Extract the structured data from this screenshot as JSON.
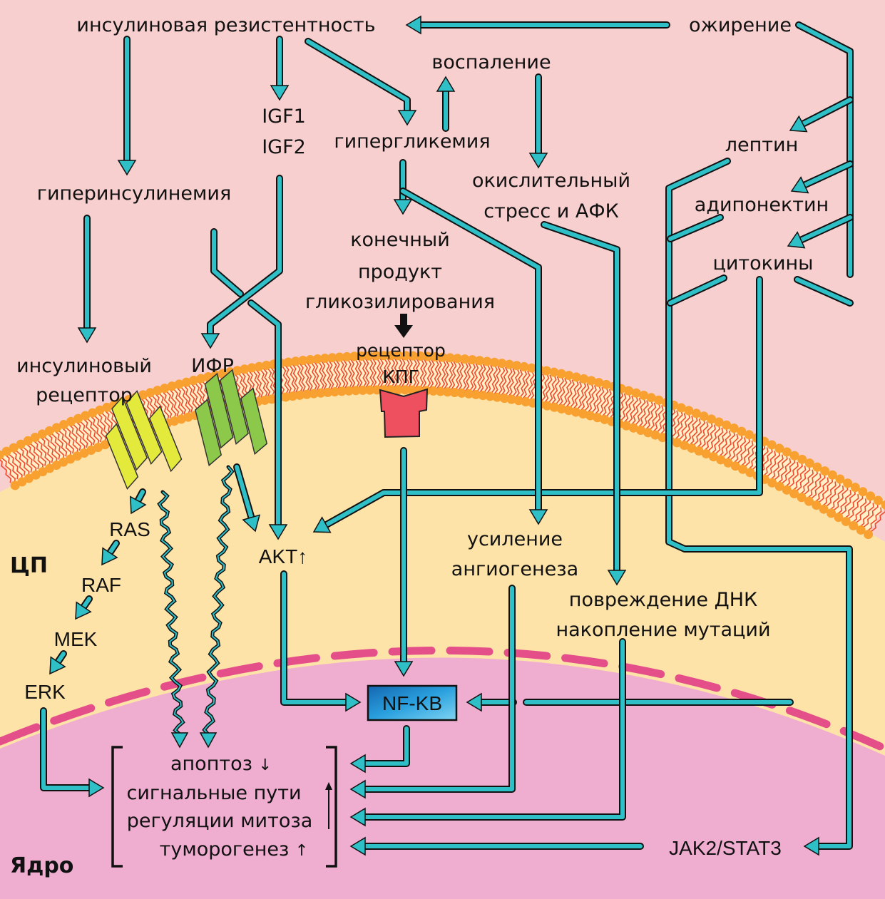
{
  "title": "Взаимосвязь инсулинорезистентности, ожирения и канцерогенеза",
  "colors": {
    "background": "#f8cfcf",
    "cytoplasm": "#fde3a8",
    "nucleus": "#efadd0",
    "arrow": "#2fbfc6",
    "membrane_head": "#f8a030",
    "membrane_tail": "#f04a30",
    "nuclear_envelope": "#e44f8a",
    "insulin_receptor": "#e4ea3c",
    "igf_receptor": "#8cc84a",
    "age_receptor": "#ee5060",
    "nfkb_box": "#1f8fcf"
  },
  "compartments": {
    "cytoplasm": "ЦП",
    "nucleus": "Ядро"
  },
  "nodes": {
    "insulin_resistance": "инсулиновая резистентность",
    "obesity": "ожирение",
    "inflammation": "воспаление",
    "igf1": "IGF1",
    "igf2": "IGF2",
    "hyperglycemia": "гипергликемия",
    "oxidative_stress_1": "окислительный",
    "oxidative_stress_2": "стресс и АФК",
    "leptin": "лептин",
    "adiponectin": "адипонектин",
    "cytokines": "цитокины",
    "hyperinsulinemia": "гиперинсулинемия",
    "age_1": "конечный",
    "age_2": "продукт",
    "age_3": "гликозилирования",
    "age_receptor_1": "рецептор",
    "age_receptor_2": "КПГ",
    "insulin_receptor_1": "инсулиновый",
    "insulin_receptor_2": "рецептор",
    "igf_receptor": "ИФР",
    "ras": "RAS",
    "raf": "RAF",
    "mek": "MEK",
    "erk": "ERK",
    "akt": "AKT↑",
    "angiogenesis_1": "усиление",
    "angiogenesis_2": "ангиогенеза",
    "dna_damage_1": "повреждение ДНК",
    "dna_damage_2": "накопление мутаций",
    "nfkb": "NF-KB",
    "jak_stat": "JAK2/STAT3"
  },
  "outcomes": {
    "apoptosis": "апоптоз",
    "apoptosis_dir": "↓",
    "signal_1": "сигнальные пути",
    "signal_2": "регуляции митоза",
    "signal_dir": "↑",
    "tumorigenesis": "туморогенез",
    "tumorigenesis_dir": "↑"
  }
}
